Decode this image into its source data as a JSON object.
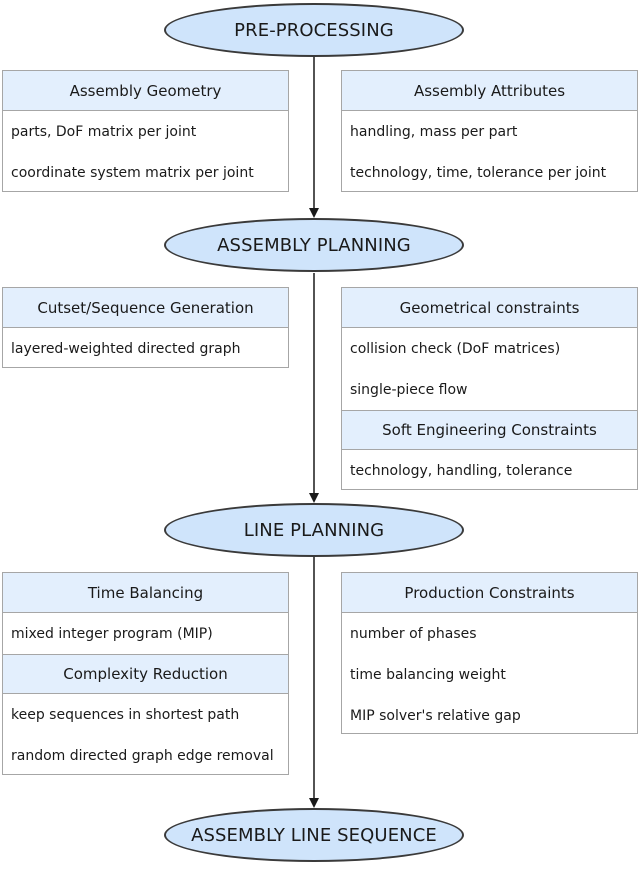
{
  "stages": {
    "preprocessing": "PRE-PROCESSING",
    "assembly_planning": "ASSEMBLY PLANNING",
    "line_planning": "LINE PLANNING",
    "assembly_line_sequence": "ASSEMBLY LINE SEQUENCE"
  },
  "assembly_geometry": {
    "title": "Assembly Geometry",
    "items": [
      "parts, DoF matrix per joint",
      "coordinate system matrix per joint"
    ]
  },
  "assembly_attributes": {
    "title": "Assembly Attributes",
    "items": [
      "handling, mass per part",
      "technology, time, tolerance per joint"
    ]
  },
  "cutset_generation": {
    "title": "Cutset/Sequence Generation",
    "items": [
      "layered-weighted directed graph"
    ]
  },
  "geometrical_constraints": {
    "title": "Geometrical constraints",
    "items": [
      "collision check (DoF matrices)",
      "single-piece flow"
    ]
  },
  "soft_engineering_constraints": {
    "title": "Soft Engineering Constraints",
    "items": [
      "technology, handling, tolerance"
    ]
  },
  "time_balancing": {
    "title": "Time Balancing",
    "items": [
      "mixed integer program (MIP)"
    ]
  },
  "complexity_reduction": {
    "title": "Complexity Reduction",
    "items": [
      "keep sequences in shortest path",
      "random directed graph edge removal"
    ]
  },
  "production_constraints": {
    "title": "Production Constraints",
    "items": [
      "number of phases",
      "time balancing weight",
      "MIP solver's relative gap"
    ]
  }
}
